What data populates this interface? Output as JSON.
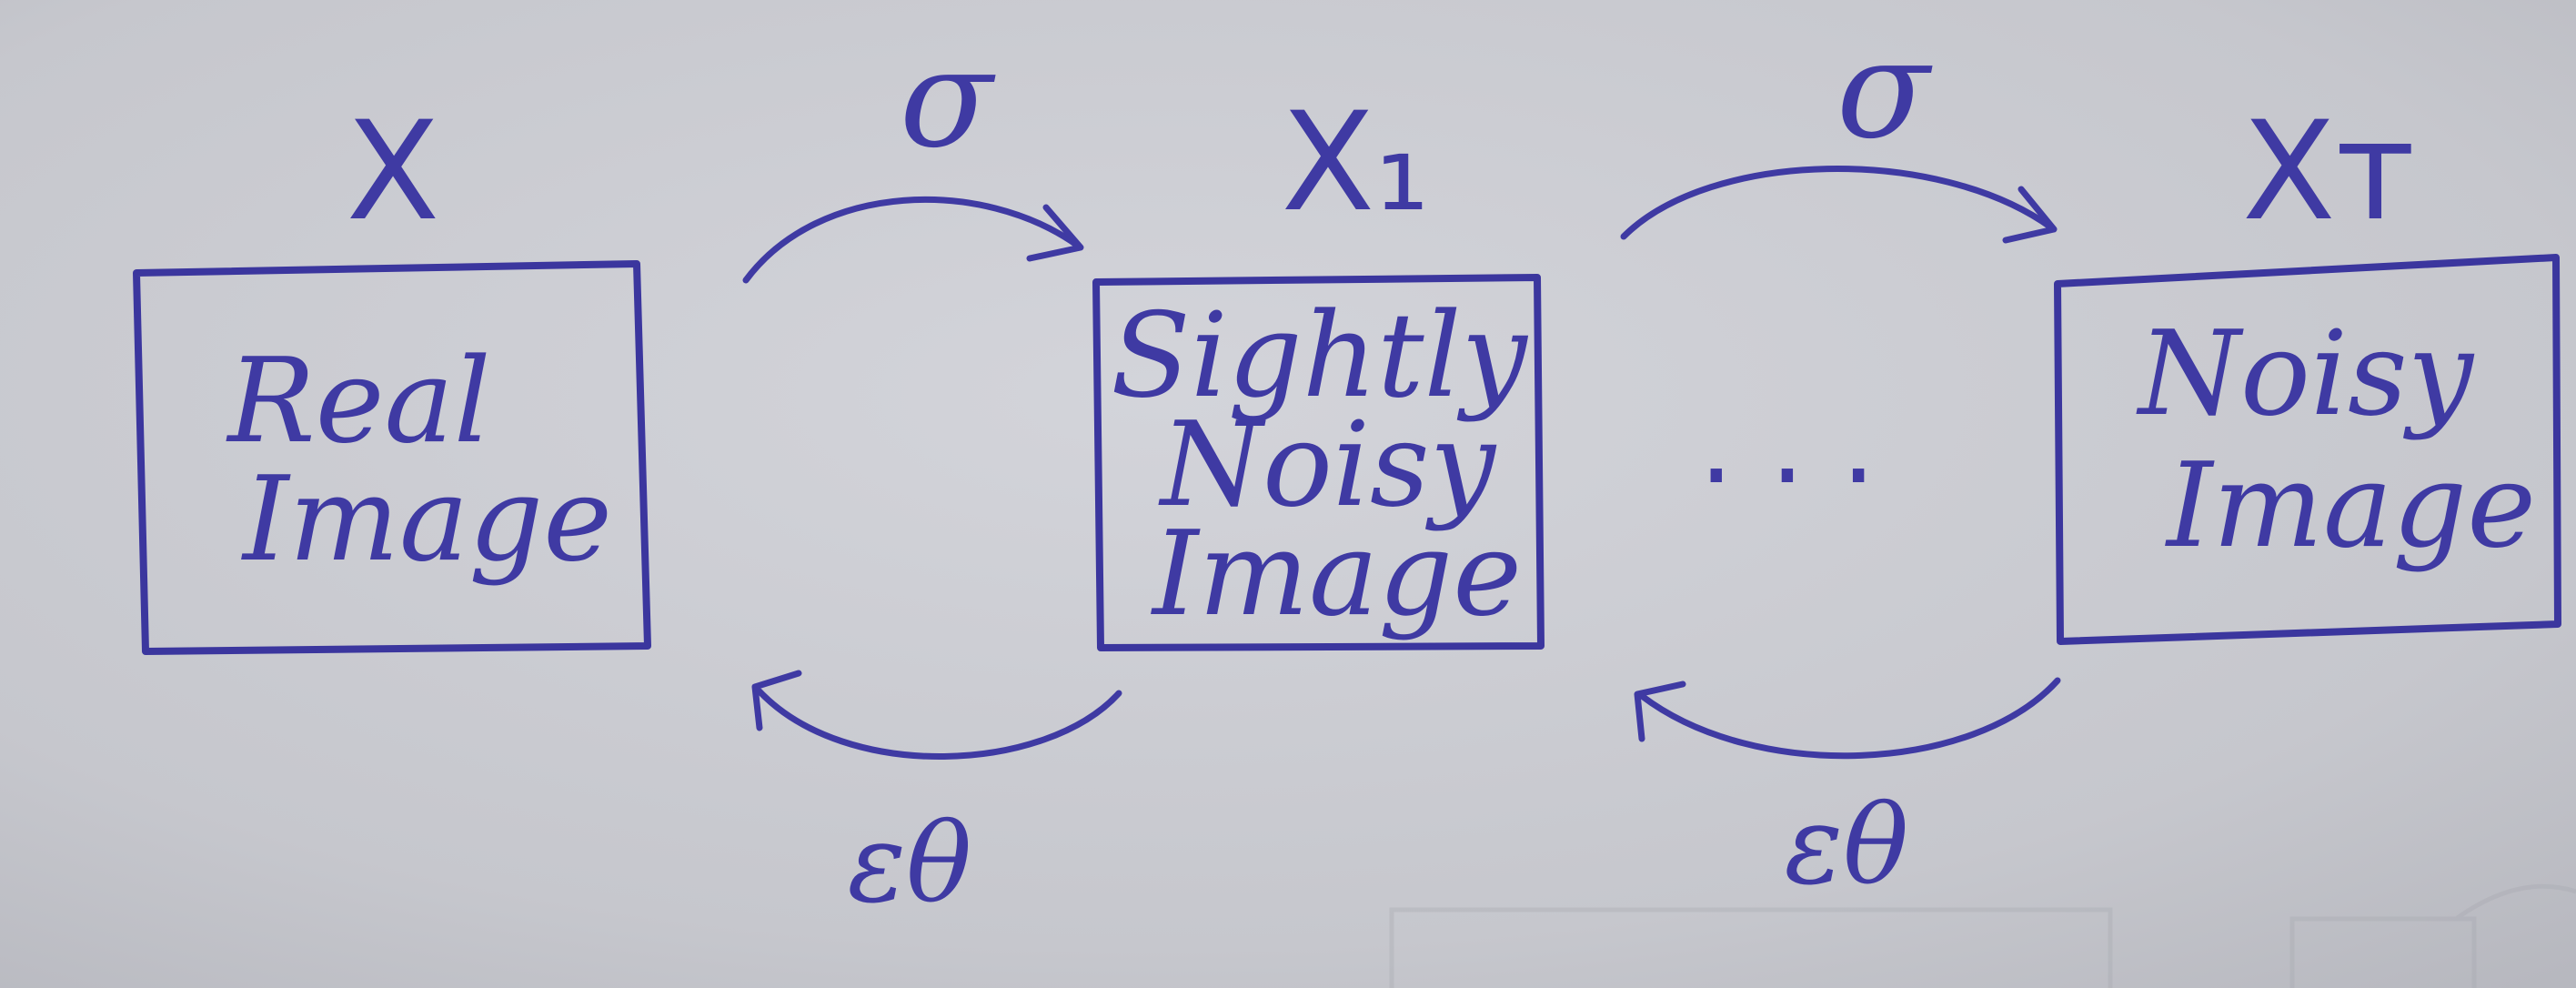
{
  "nodes": [
    {
      "var_label": "X",
      "label_lines": [
        "Real",
        "Image"
      ]
    },
    {
      "var_label": "X₁",
      "label_lines": [
        "Sightly",
        "Noisy",
        "Image"
      ]
    },
    {
      "var_label": "Xᴛ",
      "label_lines": [
        "Noisy",
        "Image"
      ]
    }
  ],
  "forward_label": "σ",
  "reverse_label": "εθ",
  "ellipsis": "...",
  "colors": {
    "ink": "#3f3aa3",
    "paper": "#c9cad0"
  }
}
